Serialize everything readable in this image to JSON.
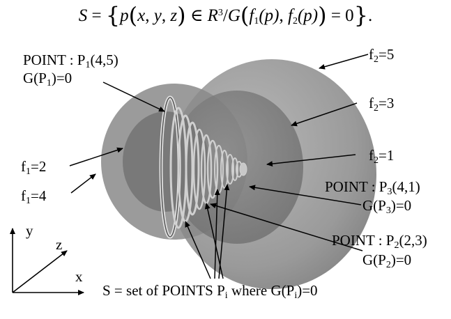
{
  "equation": {
    "S": "S",
    "eq": "=",
    "lbrace": "{",
    "p": "p",
    "args_open": "(",
    "x": "x",
    "comma1": ", ",
    "y": "y",
    "comma2": ", ",
    "z": "z",
    "args_close": ")",
    "in": "∈",
    "R": "R",
    "R_sup": "3",
    "slash": "/",
    "G": "G",
    "g_open": "(",
    "f1": "f",
    "f1_sub": "1",
    "f1_arg": "(p)",
    "comma3": ", ",
    "f2": "f",
    "f2_sub": "2",
    "f2_arg": "(p)",
    "g_close": ")",
    "zero": " = 0",
    "rbrace": "}",
    "period": "."
  },
  "labels": {
    "p1_point": {
      "pre": "POINT : P",
      "sub": "1",
      "post": "(4,5)"
    },
    "p1_g": {
      "pre": "G(P",
      "sub": "1",
      "post": ")=0"
    },
    "f2_5": {
      "pre": "f",
      "sub": "2",
      "post": "=5"
    },
    "f2_3": {
      "pre": "f",
      "sub": "2",
      "post": "=3"
    },
    "f2_1": {
      "pre": "f",
      "sub": "2",
      "post": "=1"
    },
    "f1_2": {
      "pre": "f",
      "sub": "1",
      "post": "=2"
    },
    "f1_4": {
      "pre": "f",
      "sub": "1",
      "post": "=4"
    },
    "p3_point": {
      "pre": "POINT : P",
      "sub": "3",
      "post": "(4,1)"
    },
    "p3_g": {
      "pre": "G(P",
      "sub": "3",
      "post": ")=0"
    },
    "p2_point": {
      "pre": "POINT : P",
      "sub": "2",
      "post": "(2,3)"
    },
    "p2_g": {
      "pre": "G(P",
      "sub": "2",
      "post": ")=0"
    },
    "caption": {
      "pre": "S = set of POINTS P",
      "sub": "i",
      "mid": " where G(P",
      "sub2": "i",
      "post": ")=0"
    }
  },
  "axes": {
    "y": "y",
    "z": "z",
    "x": "x"
  },
  "colors": {
    "outer_sphere": "#9a9a9a",
    "middle_sphere": "#7e7e7e",
    "inner_sphere": "#6a6a6a",
    "torus": "#cfcfcf",
    "arrow": "#000000"
  }
}
